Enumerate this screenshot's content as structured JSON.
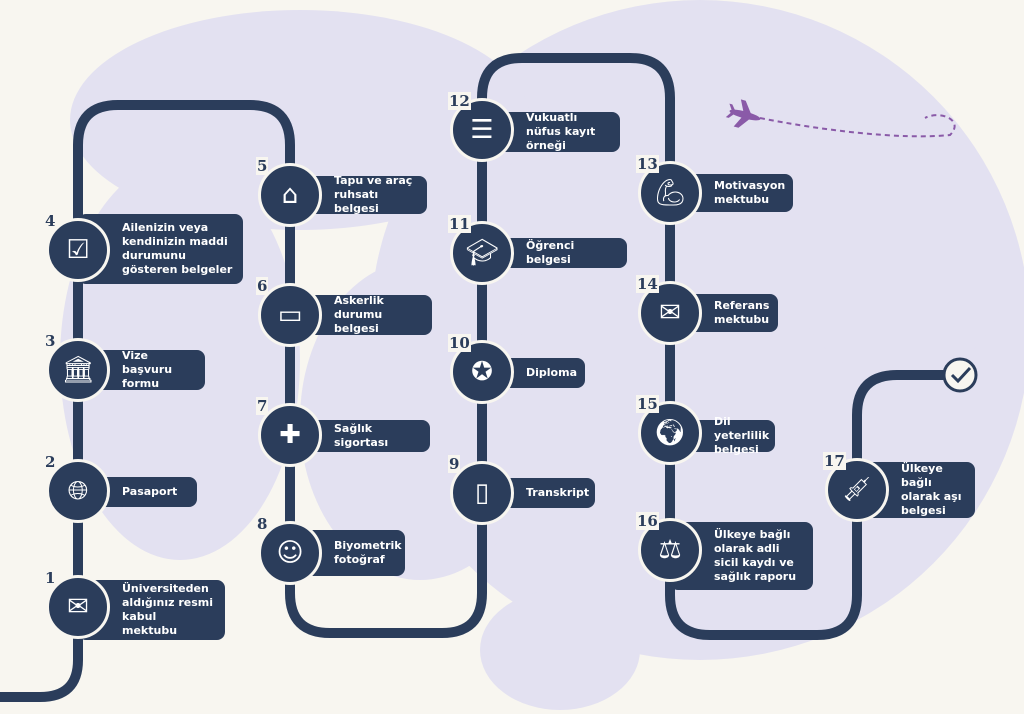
{
  "colors": {
    "navy": "#2b3d5b",
    "background": "#f8f6f0",
    "map": "#e3e1f1",
    "plane": "#8a5aa8"
  },
  "steps": [
    {
      "n": "1",
      "label": "Üniversiteden aldığınız resmi kabul mektubu",
      "icon": "envelope-badge-icon",
      "glyph": "✉"
    },
    {
      "n": "2",
      "label": "Pasaport",
      "icon": "passport-icon",
      "glyph": "🌐︎"
    },
    {
      "n": "3",
      "label": "Vize başvuru formu",
      "icon": "form-bank-icon",
      "glyph": "🏛︎"
    },
    {
      "n": "4",
      "label": "Ailenizin veya kendinizin maddi durumunu gösteren belgeler",
      "icon": "checklist-coins-icon",
      "glyph": "☑"
    },
    {
      "n": "5",
      "label": "Tapu ve araç ruhsatı belgesi",
      "icon": "house-icon",
      "glyph": "⌂"
    },
    {
      "n": "6",
      "label": "Askerlik durumu belgesi",
      "icon": "card-shield-icon",
      "glyph": "▭"
    },
    {
      "n": "7",
      "label": "Sağlık sigortası",
      "icon": "medical-cross-icon",
      "glyph": "✚"
    },
    {
      "n": "8",
      "label": "Biyometrik fotoğraf",
      "icon": "portrait-icon",
      "glyph": "☺"
    },
    {
      "n": "9",
      "label": "Transkript",
      "icon": "id-badge-icon",
      "glyph": "▯"
    },
    {
      "n": "10",
      "label": "Diploma",
      "icon": "certificate-icon",
      "glyph": "✪"
    },
    {
      "n": "11",
      "label": "Öğrenci belgesi",
      "icon": "graduation-cap-icon",
      "glyph": "🎓︎"
    },
    {
      "n": "12",
      "label": "Vukuatlı nüfus kayıt örneği",
      "icon": "document-check-icon",
      "glyph": "☰"
    },
    {
      "n": "13",
      "label": "Motivasyon mektubu",
      "icon": "muscle-arm-icon",
      "glyph": "💪︎"
    },
    {
      "n": "14",
      "label": "Referans mektubu",
      "icon": "envelope-pen-icon",
      "glyph": "✉"
    },
    {
      "n": "15",
      "label": "Dil yeterlilik belgesi",
      "icon": "globe-cap-icon",
      "glyph": "🌍︎"
    },
    {
      "n": "16",
      "label": "Ülkeye bağlı olarak adli sicil kaydı ve sağlık raporu",
      "icon": "gavel-icon",
      "glyph": "⚖"
    },
    {
      "n": "17",
      "label": "Ülkeye bağlı olarak aşı belgesi",
      "icon": "syringe-icon",
      "glyph": "💉︎"
    }
  ]
}
